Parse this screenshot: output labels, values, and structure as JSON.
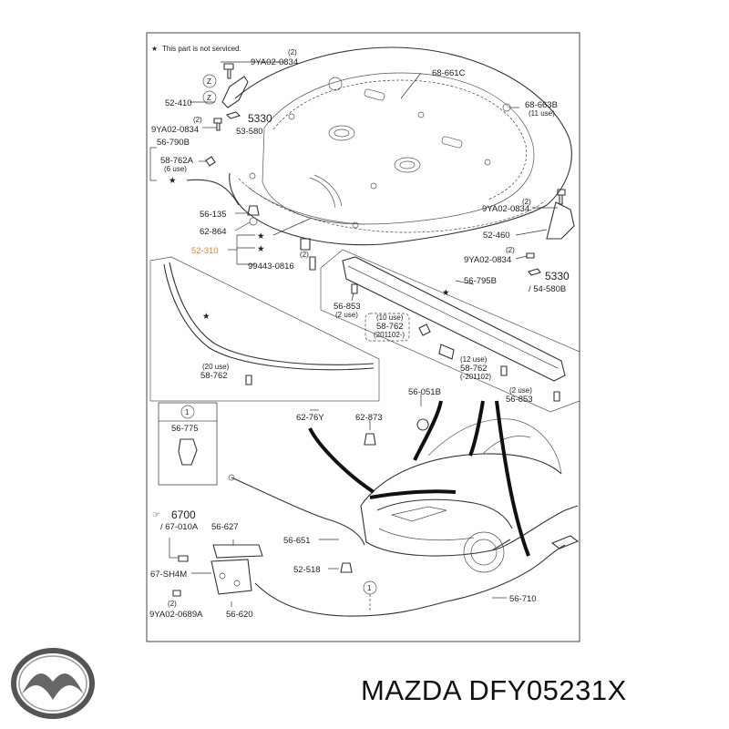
{
  "legend": {
    "star_note": "This part is not serviced."
  },
  "labels": {
    "p_9ya02_0834_a_qty": "(2)",
    "p_9ya02_0834_a": "9YA02-0834",
    "p_52_410": "52-410",
    "p_9ya02_0834_b_qty": "(2)",
    "p_9ya02_0834_b": "9YA02-0834",
    "p_5330_a": "5330",
    "p_53_580": "53-580",
    "p_56_790b": "56-790B",
    "p_58_762a": "58-762A",
    "p_58_762a_qty": "(6 use)",
    "p_56_135": "56-135",
    "p_62_864": "62-864",
    "p_52_310": "52-310",
    "p_99443_qty": "(2)",
    "p_99443": "99443-0816",
    "p_68_661c": "68-661C",
    "p_68_663b": "68-663B",
    "p_68_663b_qty": "(11 use)",
    "p_9ya02_0834_c_qty": "(2)",
    "p_9ya02_0834_c": "9YA02-0834",
    "p_52_460": "52-460",
    "p_9ya02_0834_d_qty": "(2)",
    "p_9ya02_0834_d": "9YA02-0834",
    "p_5330_b": "5330",
    "p_54_580b": "/ 54-580B",
    "p_56_795b": "56-795B",
    "p_56_853_a": "56-853",
    "p_56_853_a_qty": "(2 use)",
    "p_58_762_b_qty": "(10 use)",
    "p_58_762_b": "58-762",
    "p_58_762_b_note": "(201102-)",
    "p_58_762_c_qty": "(12 use)",
    "p_58_762_c": "58-762",
    "p_58_762_c_note": "(-201102)",
    "p_56_853_b_qty": "(2 use)",
    "p_56_853_b": "56-853",
    "p_58_762_d_qty": "(20 use)",
    "p_58_762_d": "58-762",
    "p_56_051b": "56-051B",
    "p_62_76y": "62-76Y",
    "p_62_873": "62-873",
    "callout_1_a": "1",
    "p_56_775": "56-775",
    "p_6700": "6700",
    "p_67_010a": "/ 67-010A",
    "p_56_627": "56-627",
    "p_67_sh4m": "67-SH4M",
    "p_56_651": "56-651",
    "p_52_518": "52-518",
    "callout_1_b": "1",
    "p_56_710": "56-710",
    "p_9ya02_0689a_qty": "(2)",
    "p_9ya02_0689a": "9YA02-0689A",
    "p_56_620": "56-620"
  },
  "brand": {
    "caption": "MAZDA DFY05231X",
    "logo_icon": "mazda-logo-icon"
  },
  "colors": {
    "highlight": "#d08a2a"
  }
}
